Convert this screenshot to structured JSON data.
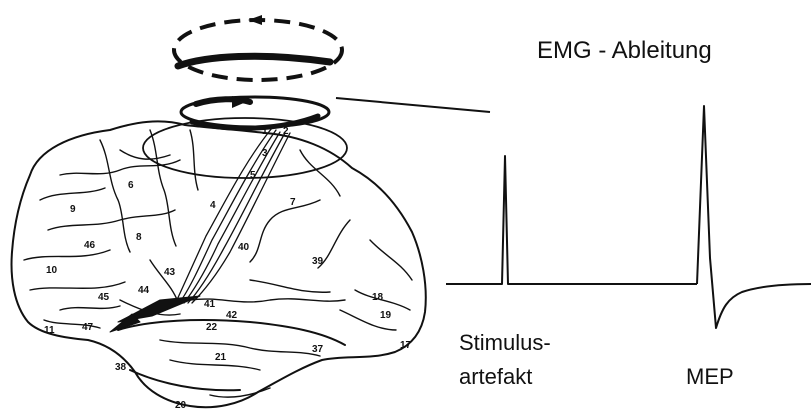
{
  "title": "EMG - Ableitung",
  "trace_labels": {
    "stimulus_line1": "Stimulus-",
    "stimulus_line2": "artefakt",
    "mep": "MEP"
  },
  "brodmann_areas": [
    "1",
    "2",
    "3",
    "4",
    "5",
    "6",
    "7",
    "8",
    "9",
    "10",
    "11",
    "17",
    "18",
    "19",
    "20",
    "21",
    "22",
    "37",
    "38",
    "39",
    "40",
    "41",
    "42",
    "43",
    "44",
    "45",
    "46",
    "47"
  ],
  "colors": {
    "ink": "#111111",
    "background": "#ffffff"
  }
}
